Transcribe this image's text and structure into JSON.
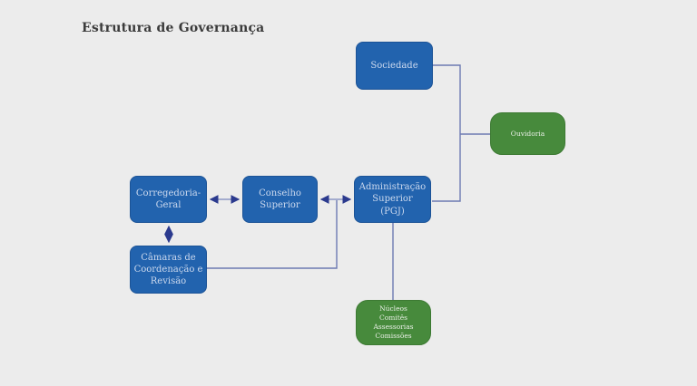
{
  "title": "Estrutura de Governança",
  "colors": {
    "background": "#ececec",
    "node_blue": "#2263ae",
    "node_green": "#478a3c",
    "connector_line": "#6d7ab2",
    "arrowhead": "#2b3a8e",
    "title_text": "#3b3b3b",
    "blue_node_text": "#ccd9ee",
    "green_node_text": "#e9efe6"
  },
  "diagram": {
    "nodes": [
      {
        "id": "sociedade",
        "label": "Sociedade",
        "type": "blue"
      },
      {
        "id": "ouvidoria",
        "label": "Ouvidoria",
        "type": "green"
      },
      {
        "id": "corregedoria",
        "label": "Corregedoria-\nGeral",
        "type": "blue"
      },
      {
        "id": "conselho",
        "label": "Conselho\nSuperior",
        "type": "blue"
      },
      {
        "id": "administracao",
        "label": "Administração\nSuperior\n(PGJ)",
        "type": "blue"
      },
      {
        "id": "camaras",
        "label": "Câmaras de\nCoordenação e\nRevisão",
        "type": "blue"
      },
      {
        "id": "nucleos",
        "label": "Núcleos\nComitês\nAssessorias\nComissões",
        "type": "green"
      }
    ],
    "edges": [
      {
        "from": "sociedade",
        "to": "administracao",
        "style": "plain",
        "route": "right-down-left"
      },
      {
        "from": "sociedade-line",
        "to": "ouvidoria",
        "style": "plain",
        "route": "branch-right"
      },
      {
        "from": "administracao",
        "to": "nucleos",
        "style": "plain",
        "route": "straight-down"
      },
      {
        "from": "camaras",
        "to": "conselho-administracao-edge",
        "style": "plain",
        "route": "right-up"
      },
      {
        "from": "corregedoria",
        "to": "conselho",
        "style": "double-arrow",
        "route": "horizontal"
      },
      {
        "from": "conselho",
        "to": "administracao",
        "style": "double-arrow",
        "route": "horizontal"
      },
      {
        "from": "corregedoria",
        "to": "camaras",
        "style": "double-arrow",
        "route": "vertical"
      }
    ]
  }
}
